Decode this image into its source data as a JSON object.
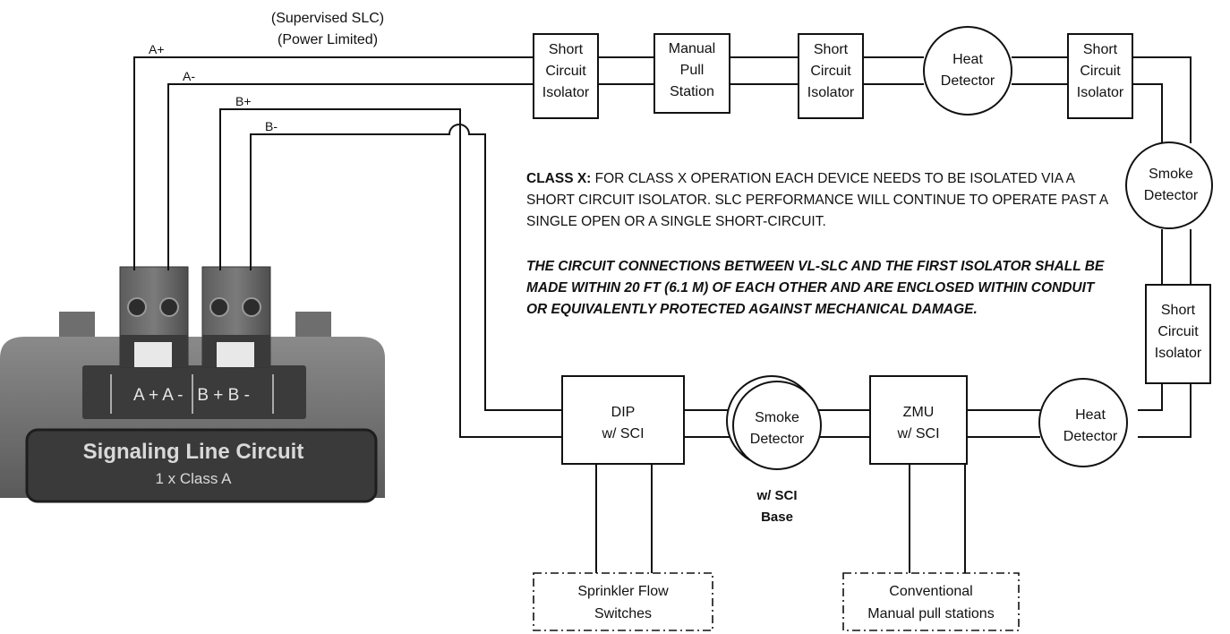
{
  "header": {
    "line1": "(Supervised SLC)",
    "line2": "(Power Limited)"
  },
  "wires": {
    "a_plus": "A+",
    "a_minus": "A-",
    "b_plus": "B+",
    "b_minus": "B-"
  },
  "module": {
    "terminal_labels": "A + A -   B + B -",
    "title": "Signaling Line Circuit",
    "subtitle": "1 x Class A"
  },
  "devices": {
    "sci_1": [
      "Short",
      "Circuit",
      "Isolator"
    ],
    "manual_pull": [
      "Manual",
      "Pull",
      "Station"
    ],
    "sci_2": [
      "Short",
      "Circuit",
      "Isolator"
    ],
    "heat_top": [
      "Heat",
      "Detector"
    ],
    "sci_3": [
      "Short",
      "Circuit",
      "Isolator"
    ],
    "smoke_right": [
      "Smoke",
      "Detector"
    ],
    "sci_4": [
      "Short",
      "Circuit",
      "Isolator"
    ],
    "heat_bottom": [
      "Heat",
      "Detector"
    ],
    "zmu": [
      "ZMU",
      "w/ SCI"
    ],
    "smoke_bottom": [
      "Smoke",
      "Detector"
    ],
    "smoke_base": [
      "w/ SCI",
      "Base"
    ],
    "dip": [
      "DIP",
      "w/ SCI"
    ],
    "sprinkler": [
      "Sprinkler Flow",
      "Switches"
    ],
    "conventional": [
      "Conventional",
      "Manual pull stations"
    ]
  },
  "notes": {
    "class_x_label": "CLASS X:",
    "class_x_text": "FOR CLASS X OPERATION EACH DEVICE NEEDS TO BE ISOLATED VIA A SHORT CIRCUIT ISOLATOR. SLC PERFORMANCE WILL CONTINUE TO OPERATE PAST A SINGLE OPEN OR A SINGLE SHORT-CIRCUIT.",
    "warning": "THE CIRCUIT CONNECTIONS BETWEEN VL-SLC AND THE FIRST ISOLATOR SHALL BE MADE WITHIN 20 FT (6.1 M) OF EACH OTHER AND ARE ENCLOSED WITHIN CONDUIT OR EQUIVALENTLY PROTECTED AGAINST MECHANICAL DAMAGE."
  }
}
